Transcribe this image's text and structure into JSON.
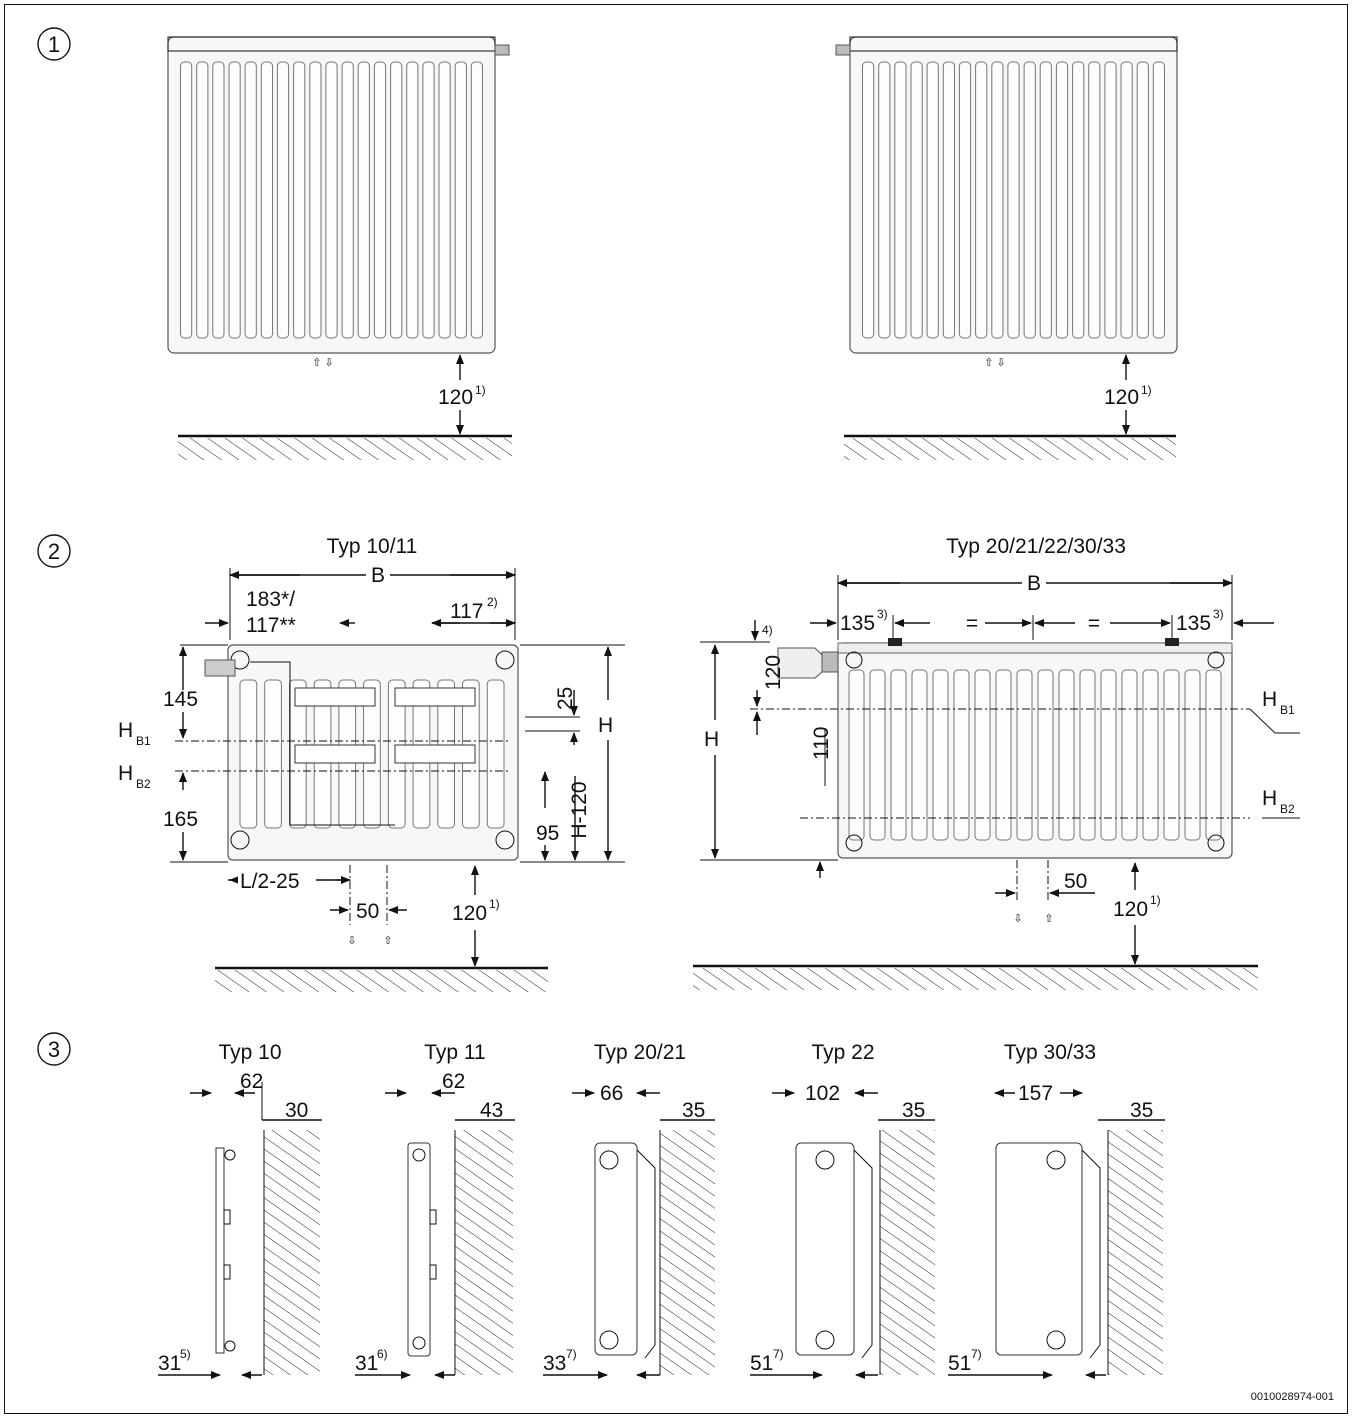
{
  "sections": [
    {
      "number": "1",
      "label": "①"
    },
    {
      "number": "2",
      "label": "②"
    },
    {
      "number": "3",
      "label": "③"
    }
  ],
  "section1": {
    "left": {
      "dim_floor": "120",
      "dim_floor_note": "1)",
      "flow_arrows": "⇧ ⇩"
    },
    "right": {
      "dim_floor": "120",
      "dim_floor_note": "1)",
      "flow_arrows": "⇧ ⇩"
    }
  },
  "section2": {
    "left": {
      "title": "Typ 10/11",
      "width": "B",
      "dim_183": "183*/",
      "dim_117b": "117**",
      "dim_117": "117",
      "dim_117_note": "2)",
      "dim_145": "145",
      "hb1": "H",
      "hb1_sub": "B1",
      "hb2": "H",
      "hb2_sub": "B2",
      "dim_165": "165",
      "dim_25": "25",
      "height": "H",
      "dim_95": "95",
      "dim_h120": "H-120",
      "dim_l2": "L/2-25",
      "dim_50": "50",
      "dim_floor": "120",
      "dim_floor_note": "1)"
    },
    "right": {
      "title": "Typ 20/21/22/30/33",
      "width": "B",
      "dim_135_l": "135",
      "dim_135_l_note": "3)",
      "eq1": "=",
      "eq2": "=",
      "dim_135_r": "135",
      "dim_135_r_note": "3)",
      "note4": "4)",
      "dim_120": "120",
      "height": "H",
      "dim_110": "110",
      "hb1": "H",
      "hb1_sub": "B1",
      "hb2": "H",
      "hb2_sub": "B2",
      "dim_50": "50",
      "dim_floor": "120",
      "dim_floor_note": "1)"
    }
  },
  "section3": {
    "types": [
      {
        "title": "Typ 10",
        "depth": "62",
        "gap": "30",
        "bottom": "31",
        "bottom_note": "5)"
      },
      {
        "title": "Typ 11",
        "depth": "62",
        "gap": "43",
        "bottom": "31",
        "bottom_note": "6)"
      },
      {
        "title": "Typ 20/21",
        "depth": "66",
        "gap": "35",
        "bottom": "33",
        "bottom_note": "7)"
      },
      {
        "title": "Typ 22",
        "depth": "102",
        "gap": "35",
        "bottom": "51",
        "bottom_note": "7)"
      },
      {
        "title": "Typ 30/33",
        "depth": "157",
        "gap": "35",
        "bottom": "51",
        "bottom_note": "7)"
      }
    ]
  },
  "figure_id": "0010028974-001"
}
